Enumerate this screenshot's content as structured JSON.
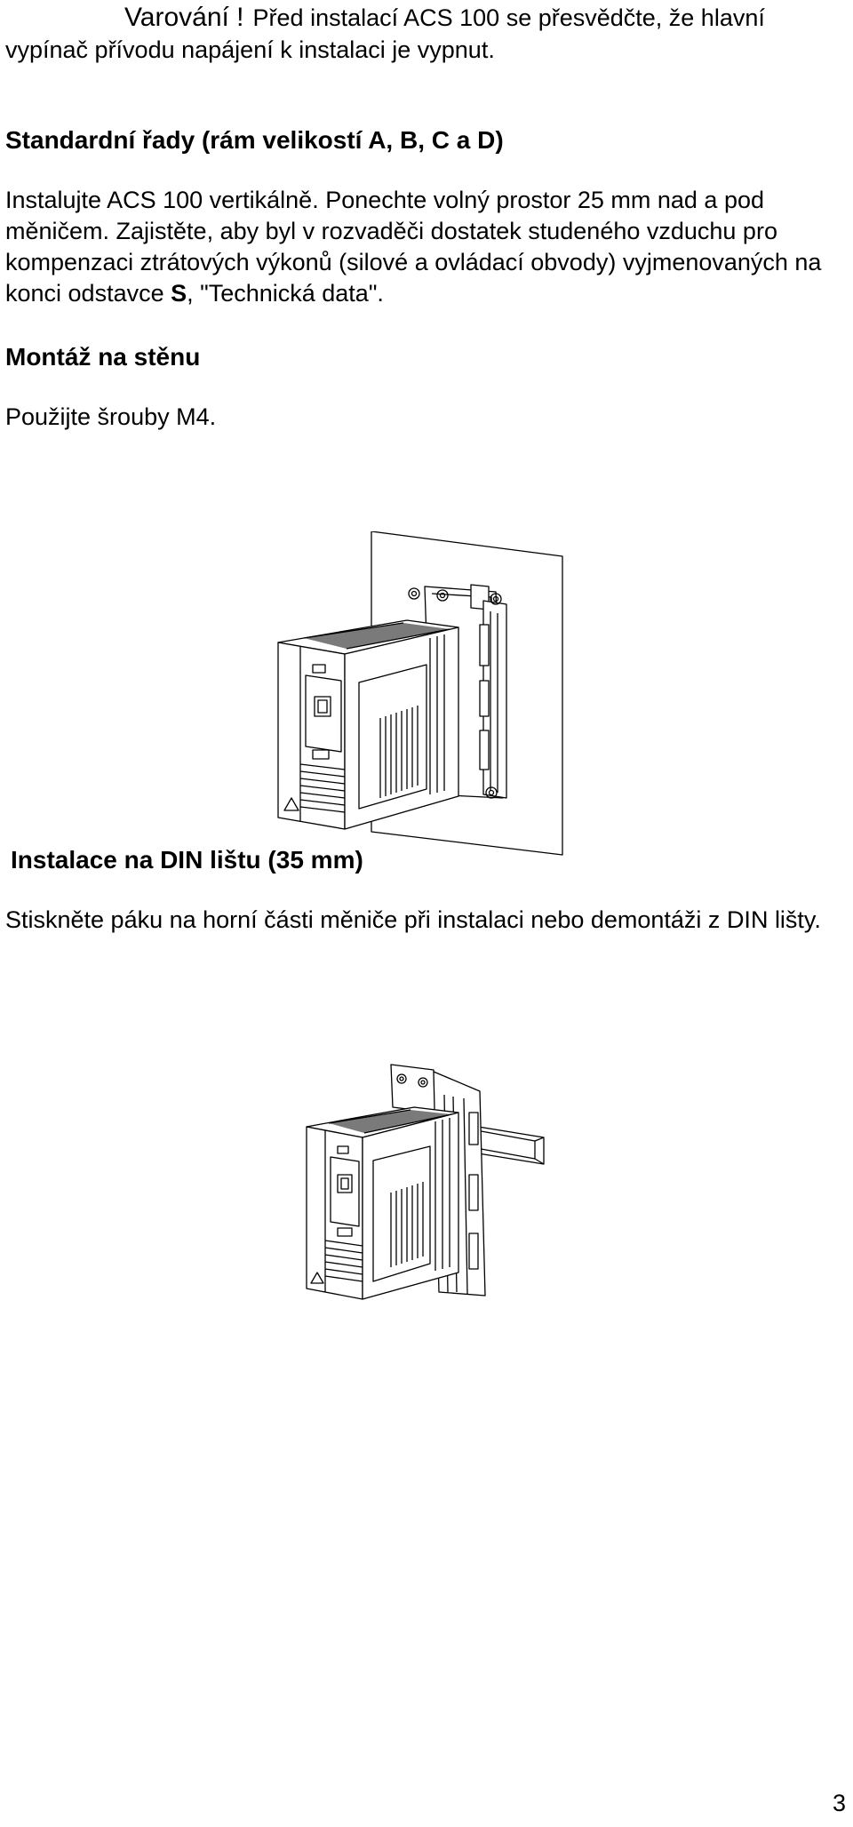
{
  "warning": {
    "lead": "Varování !",
    "text": "Před instalací ACS 100 se přesvědčte, že hlavní vypínač přívodu napájení k instalaci je vypnut."
  },
  "section_standard": {
    "heading": "Standardní řady (rám velikostí A, B, C a D)",
    "paragraph_1": "Instalujte ACS 100 vertikálně. Ponechte volný prostor 25 mm nad a pod měničem. Zajistěte, aby byl v rozvaděči dostatek studeného vzduchu pro kompenzaci ztrátových výkonů (silové a ovládací obvody) vyjmenovaných na konci odstavce ",
    "paragraph_bold": "S",
    "paragraph_end": ", \"Technická data\"."
  },
  "section_wall": {
    "heading": "Montáž na stěnu",
    "text": "Použijte šrouby M4."
  },
  "section_din": {
    "heading": "Instalace na DIN lištu (35 mm)",
    "text": "Stiskněte páku na horní části měniče při instalaci nebo demontáži z DIN lišty."
  },
  "page_number": "3"
}
